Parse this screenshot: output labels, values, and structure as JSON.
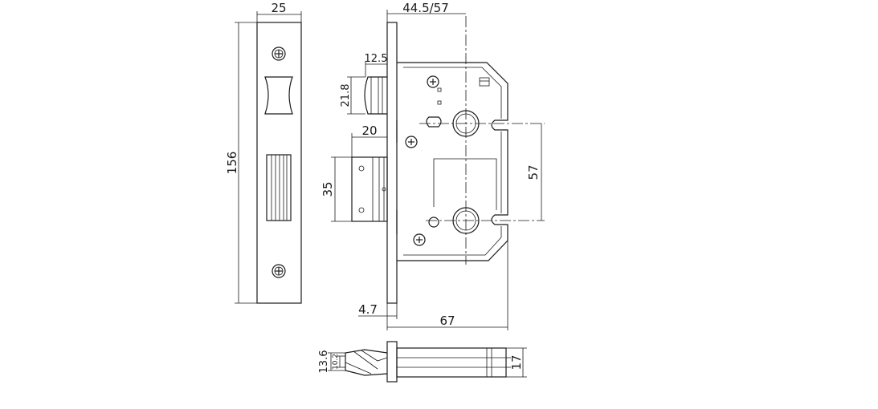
{
  "dimensions": {
    "faceplate_width": "25",
    "faceplate_height": "156",
    "backset": "44.5/57",
    "latch_projection": "12.5",
    "latch_height": "21.8",
    "bolt_projection": "20",
    "bolt_height": "35",
    "centers": "57",
    "forend_thickness": "4.7",
    "case_depth": "67",
    "thickness_outer": "13.6",
    "thickness_inner": "10.2",
    "case_width": "17"
  }
}
